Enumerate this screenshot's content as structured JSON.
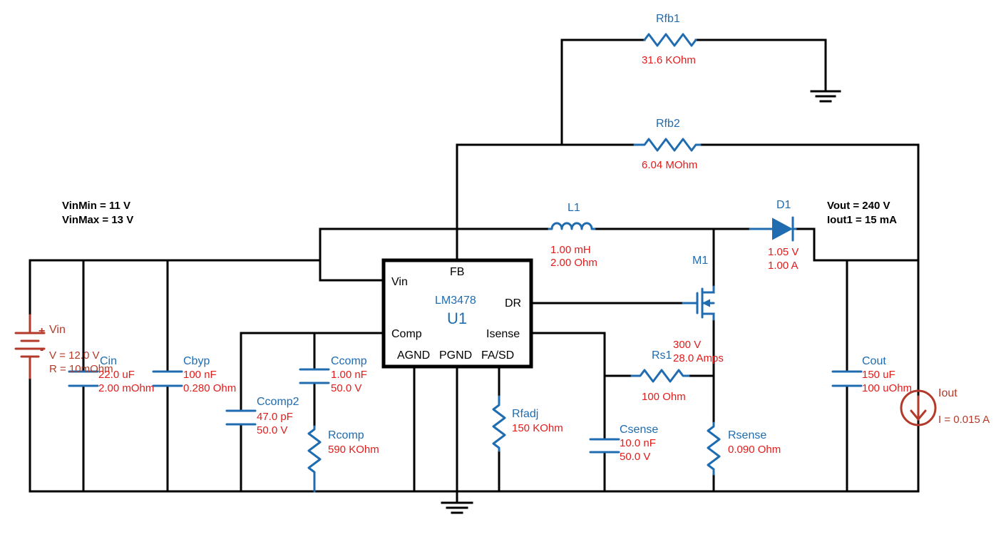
{
  "specs": {
    "vin_min": "VinMin = 11 V",
    "vin_max": "VinMax = 13 V",
    "vout": "Vout = 240 V",
    "iout1": "Iout1 = 15 mA"
  },
  "ic": {
    "ref": "U1",
    "part": "LM3478",
    "pins": {
      "vin": "Vin",
      "fb": "FB",
      "dr": "DR",
      "comp": "Comp",
      "isense": "Isense",
      "agnd": "AGND",
      "pgnd": "PGND",
      "fasd": "FA/SD"
    }
  },
  "components": {
    "rfb1": {
      "name": "Rfb1",
      "value": "31.6 KOhm"
    },
    "rfb2": {
      "name": "Rfb2",
      "value": "6.04 MOhm"
    },
    "l1": {
      "name": "L1",
      "value1": "1.00 mH",
      "value2": "2.00 Ohm"
    },
    "d1": {
      "name": "D1",
      "value1": "1.05 V",
      "value2": "1.00 A"
    },
    "m1": {
      "name": "M1",
      "value1": "300 V",
      "value2": "28.0 Amps"
    },
    "vin": {
      "name": "Vin",
      "value1": "V = 12.0 V",
      "value2": "R = 10mOhm",
      "plus": "+",
      "minus": "-"
    },
    "cin": {
      "name": "Cin",
      "value1": "22.0 uF",
      "value2": "2.00 mOhm"
    },
    "cbyp": {
      "name": "Cbyp",
      "value1": "100 nF",
      "value2": "0.280 Ohm"
    },
    "ccomp2": {
      "name": "Ccomp2",
      "value1": "47.0 pF",
      "value2": "50.0 V"
    },
    "ccomp": {
      "name": "Ccomp",
      "value1": "1.00 nF",
      "value2": "50.0 V"
    },
    "rcomp": {
      "name": "Rcomp",
      "value": "590 KOhm"
    },
    "rfadj": {
      "name": "Rfadj",
      "value": "150 KOhm"
    },
    "csense": {
      "name": "Csense",
      "value1": "10.0 nF",
      "value2": "50.0 V"
    },
    "rs1": {
      "name": "Rs1",
      "value": "100 Ohm"
    },
    "rsense": {
      "name": "Rsense",
      "value": "0.090 Ohm"
    },
    "cout": {
      "name": "Cout",
      "value1": "150 uF",
      "value2": "100 uOhm"
    },
    "iout": {
      "name": "Iout",
      "value": "I = 0.015 A"
    }
  },
  "colors": {
    "wire": "#000000",
    "component": "#1f6cb0",
    "value_text": "#e21b1b",
    "source": "#b33a2a"
  }
}
